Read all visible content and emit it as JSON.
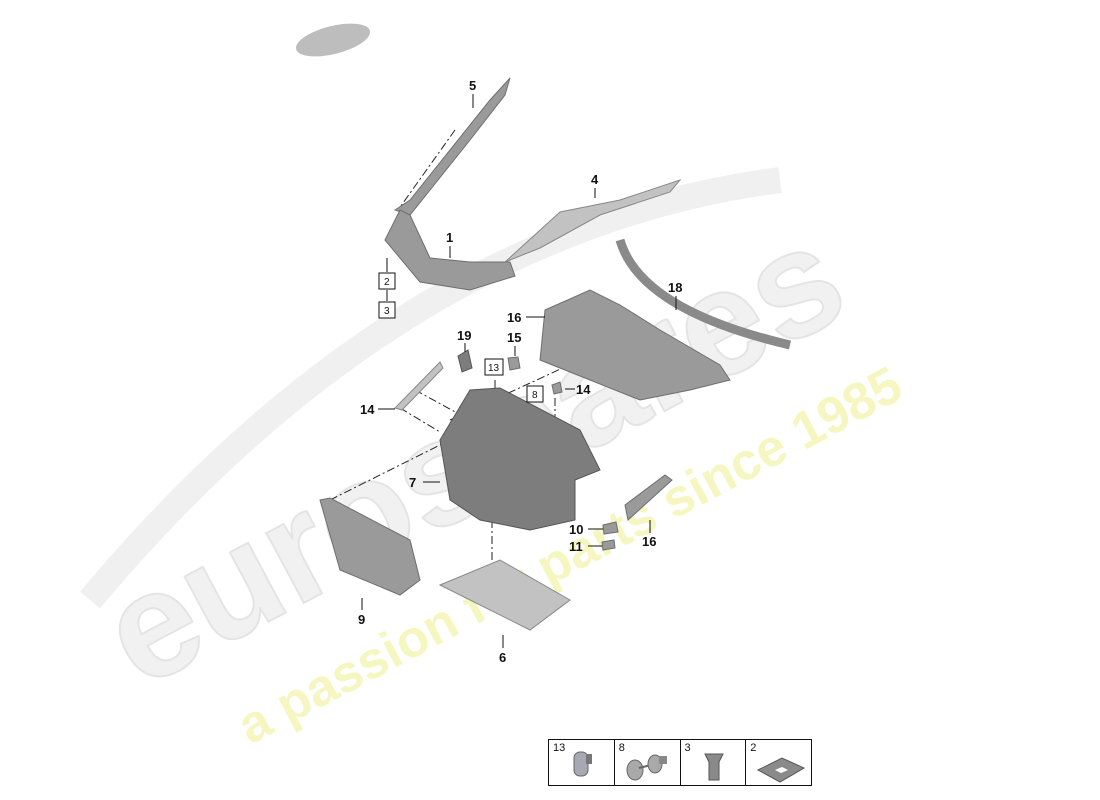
{
  "watermark": {
    "brand": "eurospares",
    "tagline": "a passion for parts since 1985"
  },
  "colors": {
    "part_fill": "#9a9a9a",
    "part_dark": "#7d7d7d",
    "watermark_yellow": "#f4f4b0",
    "watermark_gray": "#eeeeee"
  },
  "callouts": {
    "c5": "5",
    "c4": "4",
    "c1": "1",
    "c2": "2",
    "c3": "3",
    "c18": "18",
    "c16a": "16",
    "c19": "19",
    "c15": "15",
    "c13": "13",
    "c8": "8",
    "c14a": "14",
    "c14b": "14",
    "c7": "7",
    "c10": "10",
    "c11": "11",
    "c16b": "16",
    "c9": "9",
    "c6": "6"
  },
  "legend": [
    {
      "number": "13",
      "icon": "clip-rivet-icon"
    },
    {
      "number": "8",
      "icon": "push-pin-icon"
    },
    {
      "number": "3",
      "icon": "clip-nut-icon"
    },
    {
      "number": "2",
      "icon": "square-washer-icon"
    }
  ]
}
